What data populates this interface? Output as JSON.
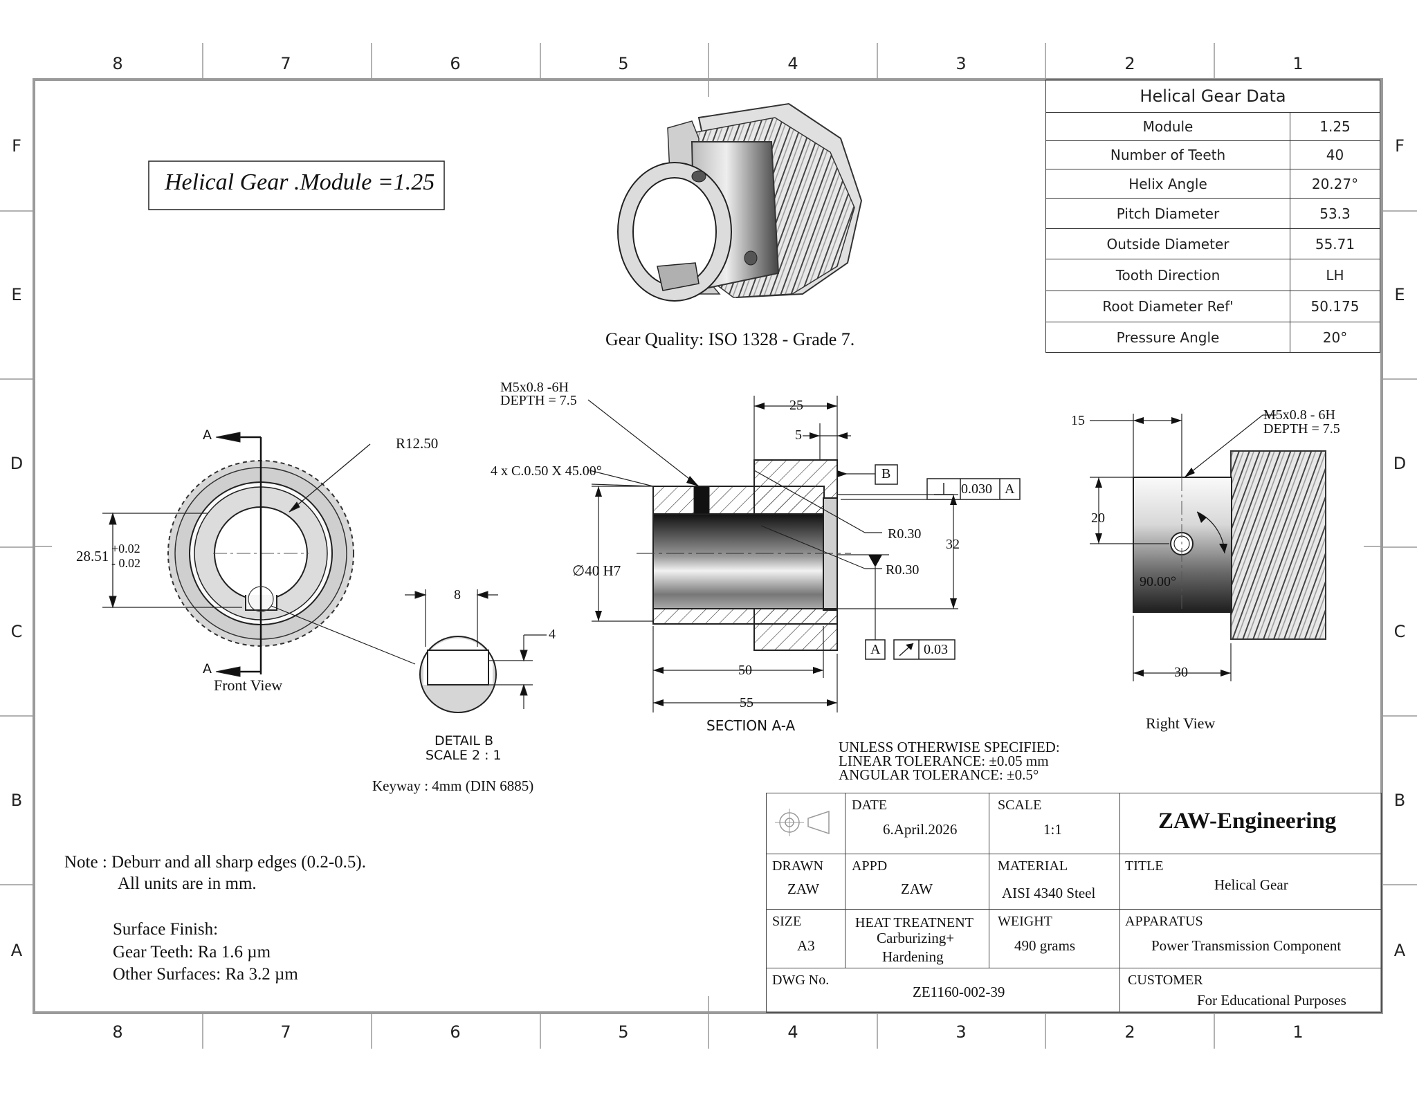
{
  "zones": {
    "columns": [
      "8",
      "7",
      "6",
      "5",
      "4",
      "3",
      "2",
      "1"
    ],
    "rows": [
      "F",
      "E",
      "D",
      "C",
      "B",
      "A"
    ]
  },
  "main_title": "Helical Gear .Module =1.25",
  "gear_quality": "Gear Quality: ISO 1328 - Grade 7.",
  "gear_data": {
    "title": "Helical Gear Data",
    "rows": [
      {
        "label": "Module",
        "value": "1.25"
      },
      {
        "label": "Number of Teeth",
        "value": "40"
      },
      {
        "label": "Helix Angle",
        "value": "20.27°"
      },
      {
        "label": "Pitch Diameter",
        "value": "53.3"
      },
      {
        "label": "Outside Diameter",
        "value": "55.71"
      },
      {
        "label": "Tooth Direction",
        "value": "LH"
      },
      {
        "label": "Root Diameter Ref'",
        "value": "50.175"
      },
      {
        "label": "Pressure Angle",
        "value": "20°"
      }
    ]
  },
  "front_view": {
    "label": "Front View",
    "section_a": "A",
    "radius": "R12.50",
    "dim_main": "28.51",
    "tol_plus": "+0.02",
    "tol_minus": "- 0.02"
  },
  "detail_b": {
    "title": "DETAIL B",
    "scale": "SCALE 2 : 1",
    "width": "8",
    "depth": "4",
    "keyway": "Keyway : 4mm (DIN 6885)"
  },
  "section": {
    "label": "SECTION A-A",
    "thread_1": "M5x0.8 -6H",
    "thread_depth_1": "DEPTH = 7.5",
    "chamfer": "4 x C.0.50 X 45.00°",
    "d25": "25",
    "d5": "5",
    "datum_b": "B",
    "flatness_value": "0.030",
    "flatness_datum": "A",
    "r1": "R0.30",
    "r2": "R0.30",
    "d32": "32",
    "bore": "∅40 H7",
    "datum_a": "A",
    "runout_value": "0.03",
    "d50": "50",
    "d55": "55"
  },
  "right_view": {
    "label": "Right View",
    "d15": "15",
    "thread": "M5x0.8 - 6H",
    "thread_depth": "DEPTH = 7.5",
    "d20": "20",
    "angle": "90.00°",
    "d30": "30"
  },
  "tolerances": {
    "line1": "UNLESS OTHERWISE SPECIFIED:",
    "line2": "LINEAR TOLERANCE: ±0.05 mm",
    "line3": "ANGULAR TOLERANCE: ±0.5°"
  },
  "notes": {
    "line1": "Note : Deburr and all sharp edges (0.2-0.5).",
    "line2": "All units are in mm.",
    "line3": "Surface Finish:",
    "line4": "Gear Teeth: Ra 1.6 µm",
    "line5": "Other Surfaces: Ra 3.2 µm"
  },
  "title_block": {
    "date_label": "DATE",
    "date": "6.April.2026",
    "scale_label": "SCALE",
    "scale": "1:1",
    "company": "ZAW-Engineering",
    "drawn_label": "DRAWN",
    "drawn": "ZAW",
    "appd_label": "APPD",
    "appd": "ZAW",
    "material_label": "MATERIAL",
    "material": "AISI 4340 Steel",
    "title_label": "TITLE",
    "title": "Helical Gear",
    "size_label": "SIZE",
    "size": "A3",
    "heat_label": "HEAT TREATNENT",
    "heat_1": "Carburizing+",
    "heat_2": "Hardening",
    "weight_label": "WEIGHT",
    "weight": "490 grams",
    "apparatus_label": "APPARATUS",
    "apparatus": "Power Transmission Component",
    "dwg_label": "DWG No.",
    "dwg": "ZE1160-002-39",
    "customer_label": "CUSTOMER",
    "customer": "For Educational Purposes"
  }
}
